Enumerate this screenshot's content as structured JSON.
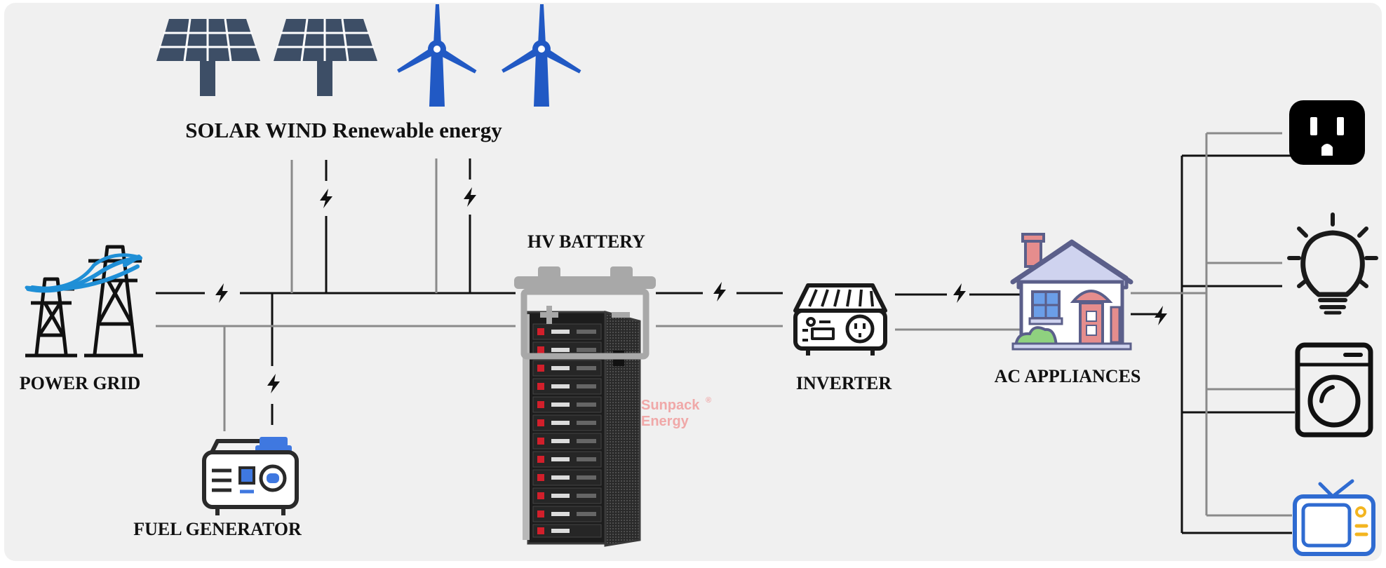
{
  "labels": {
    "renewable": "SOLAR WIND Renewable energy",
    "power_grid": "POWER GRID",
    "fuel_generator": "FUEL GENERATOR",
    "hv_battery": "HV BATTERY",
    "inverter": "INVERTER",
    "ac_appliances": "AC APPLIANCES"
  },
  "watermark": {
    "line1": "Sunpack",
    "mark": "®",
    "line2": "Energy"
  },
  "colors": {
    "background": "#f0f0f0",
    "live_wire": "#111111",
    "neutral_wire": "#8a8a8a",
    "solar_panel": "#3d4e66",
    "wind_turbine": "#2159c4",
    "house_outline": "#5b5f8a",
    "battery_cabinet": "#1a1a1a",
    "battery_accent": "#d21f2b",
    "generator_accent": "#3f78e0",
    "tv_frame": "#2f6bd1",
    "tv_accent": "#f3b520"
  },
  "icons": [
    "solar-panel-icon",
    "wind-turbine-icon",
    "power-tower-icon",
    "fuel-generator-icon",
    "battery-cabinet-icon",
    "inverter-icon",
    "house-icon",
    "power-outlet-icon",
    "light-bulb-icon",
    "washing-machine-icon",
    "television-icon",
    "lightning-bolt-icon"
  ]
}
